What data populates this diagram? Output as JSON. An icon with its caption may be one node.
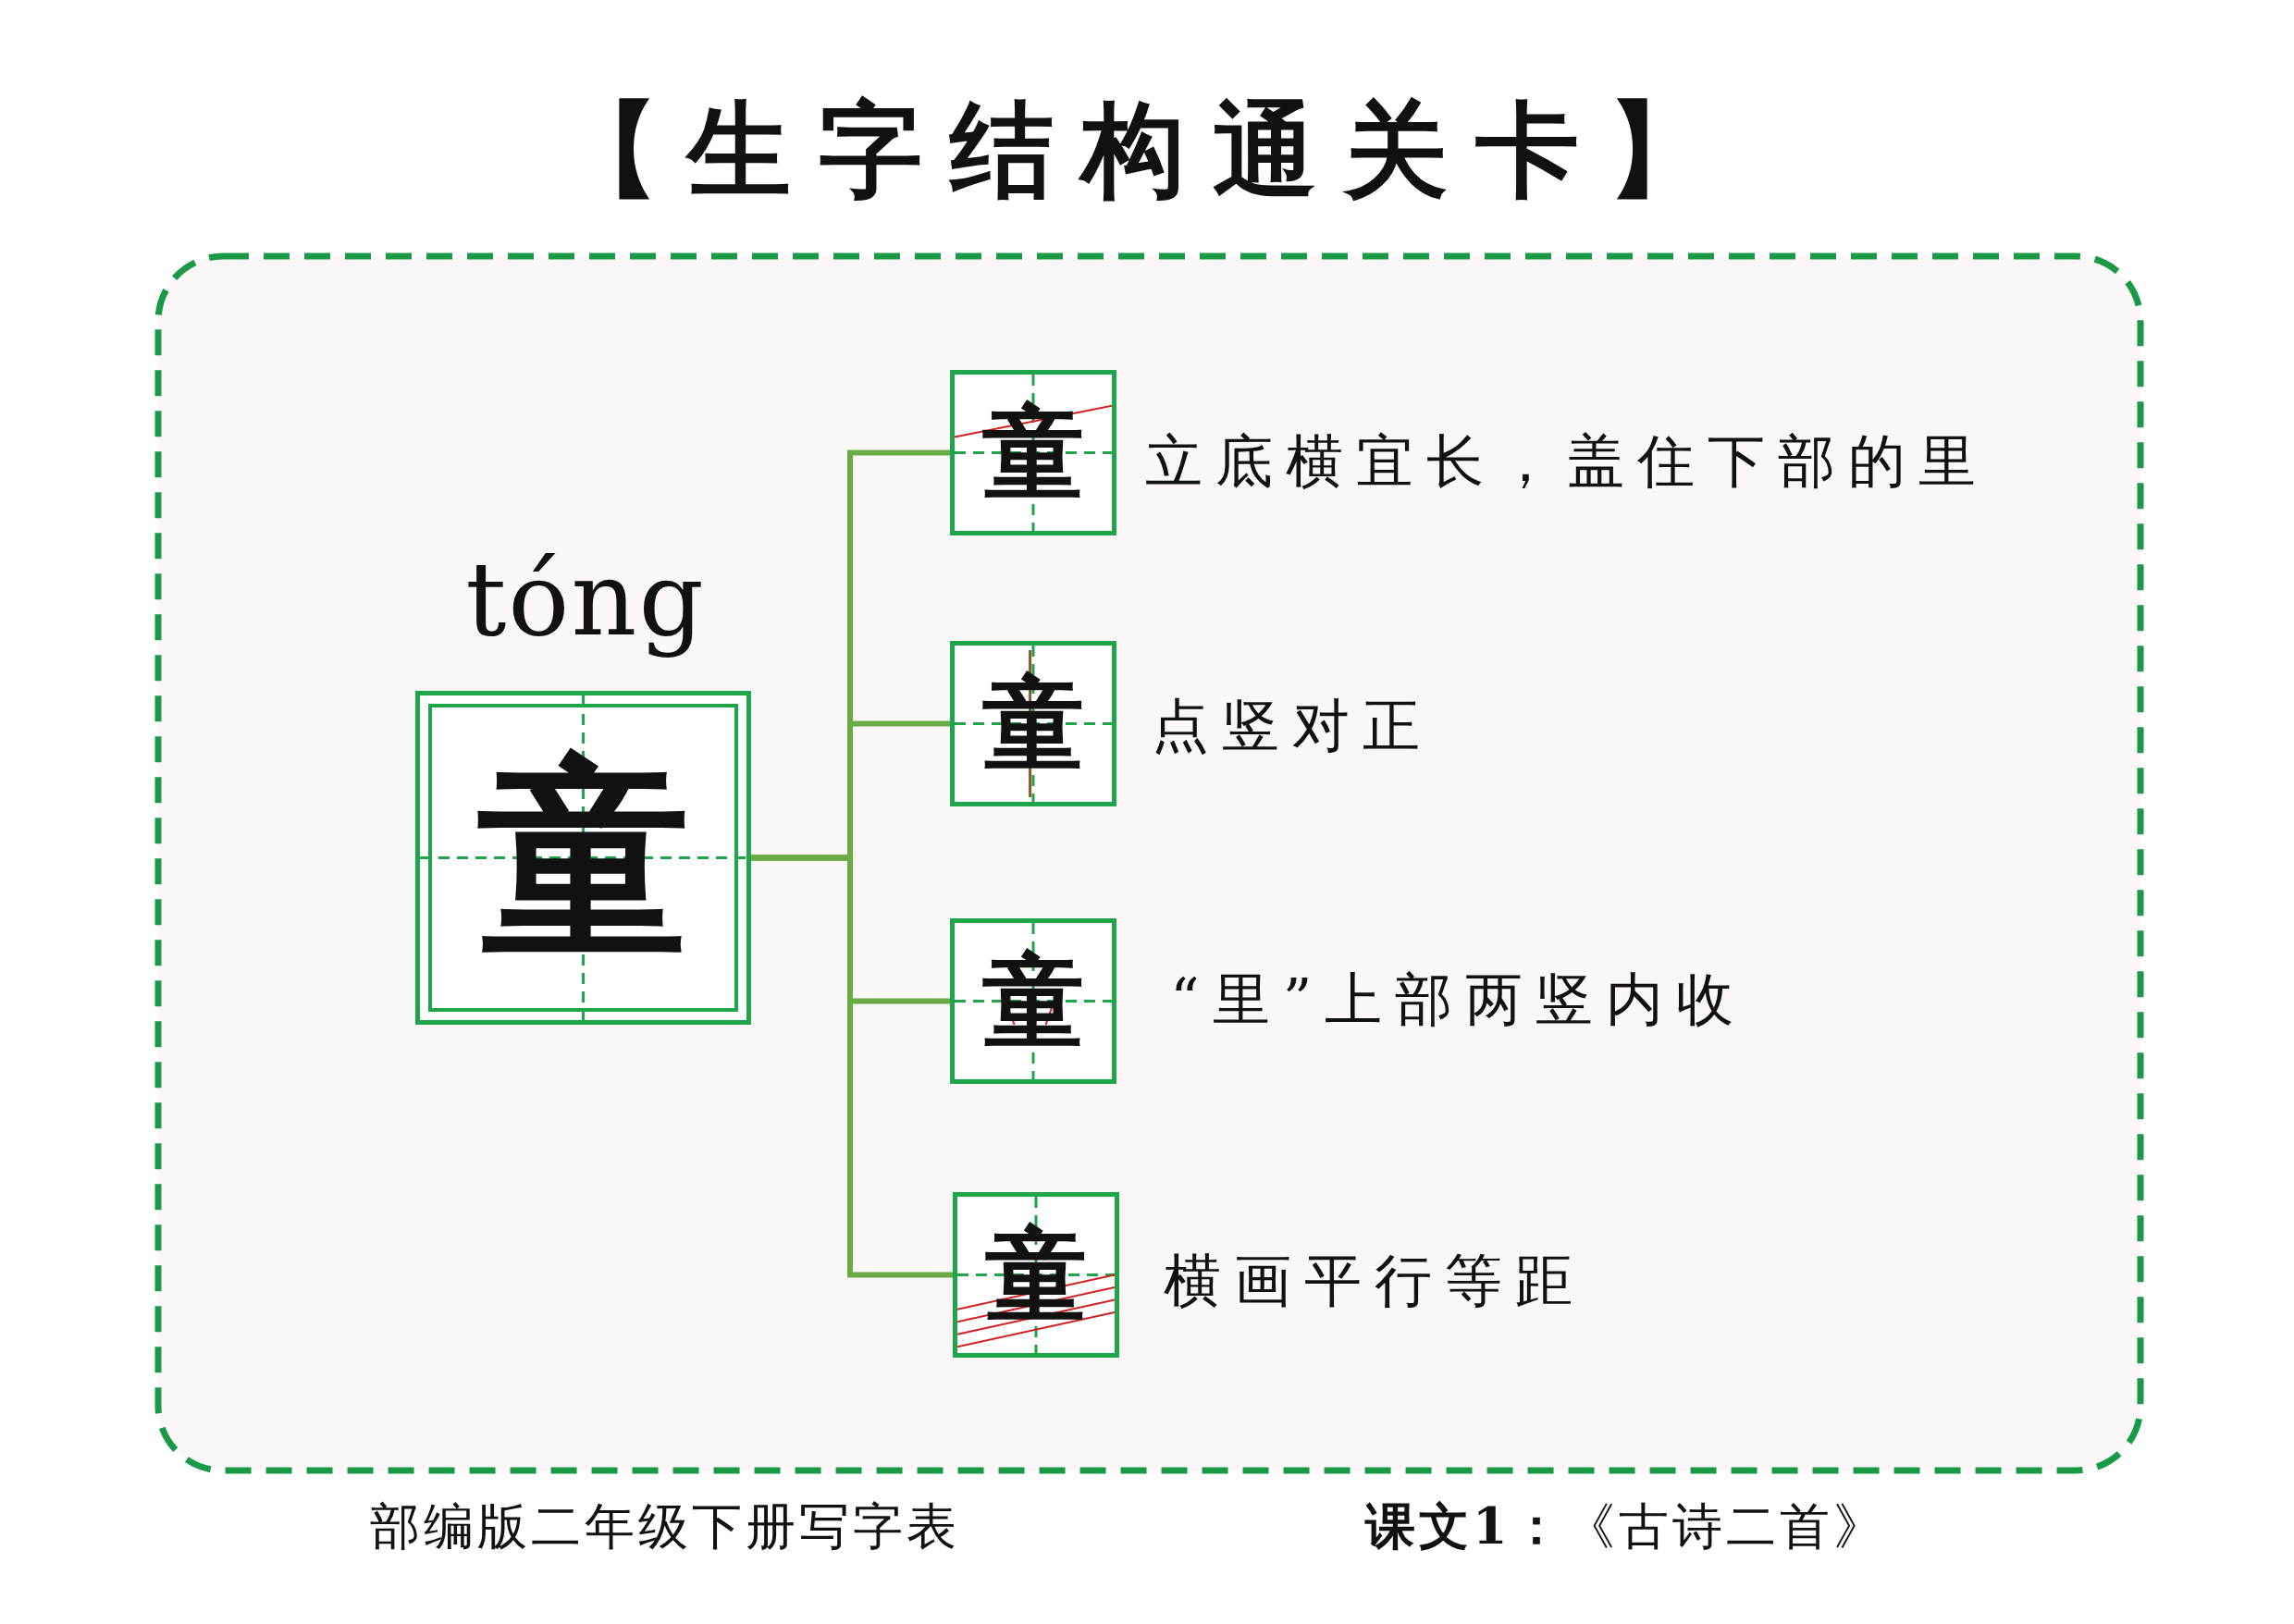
{
  "diagram": {
    "title": "【生字结构通关卡】",
    "nodes": [
      {
        "text": [
          "童"
        ],
        "beside": [
          "tóng"
        ]
      },
      {
        "text": [
          "童"
        ],
        "beside": [
          "立底横宜长，盖住下部的里"
        ]
      },
      {
        "text": [
          "童"
        ],
        "beside": [
          "点竖对正"
        ]
      },
      {
        "text": [
          "童"
        ],
        "beside": [
          "“里”上部两竖内收"
        ]
      },
      {
        "text": [
          "童"
        ],
        "beside": [
          "横画平行等距"
        ]
      }
    ],
    "edges": [
      {
        "from": 0,
        "to": 1,
        "arrow": "none"
      },
      {
        "from": 0,
        "to": 2,
        "arrow": "none"
      },
      {
        "from": 0,
        "to": 3,
        "arrow": "none"
      },
      {
        "from": 0,
        "to": 4,
        "arrow": "none"
      }
    ],
    "labels": [
      "部编版二年级下册写字表",
      "**课文1：**《古诗二首》"
    ]
  }
}
